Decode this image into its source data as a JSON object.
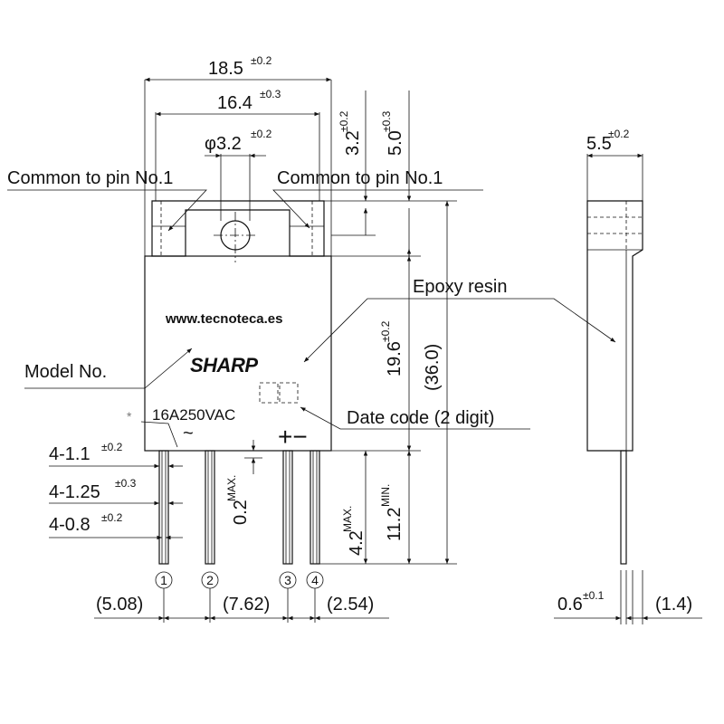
{
  "labels": {
    "common_left": "Common to pin No.1",
    "common_right": "Common to pin No.1",
    "epoxy": "Epoxy resin",
    "model": "Model No.",
    "date_code": "Date code (2 digit)",
    "website": "www.tecnoteca.es",
    "brand": "SHARP",
    "rating": "16A250VAC",
    "asterisk": "*",
    "tilde": "~",
    "plus_minus": "+−"
  },
  "dims": {
    "w185": "18.5",
    "w185_tol": "±0.2",
    "w164": "16.4",
    "w164_tol": "±0.3",
    "phi": "φ3.2",
    "phi_tol": "±0.2",
    "h32": "3.2",
    "h32_tol": "±0.2",
    "h50": "5.0",
    "h50_tol": "±0.3",
    "h196": "19.6",
    "h196_tol": "±0.2",
    "h360": "(36.0)",
    "p11": "4-1.1",
    "p11_tol": "±0.2",
    "p125": "4-1.25",
    "p125_tol": "±0.3",
    "p08": "4-0.8",
    "p08_tol": "±0.2",
    "d02": "0.2",
    "d02_tol": "MAX.",
    "d42": "4.2",
    "d42_tol": "MAX.",
    "d112": "11.2",
    "d112_tol": "MIN.",
    "s508": "(5.08)",
    "s762": "(7.62)",
    "s254": "(2.54)",
    "side55": "5.5",
    "side55_tol": "±0.2",
    "side06": "0.6",
    "side06_tol": "±0.1",
    "side14": "(1.4)"
  },
  "pins": [
    "1",
    "2",
    "3",
    "4"
  ]
}
